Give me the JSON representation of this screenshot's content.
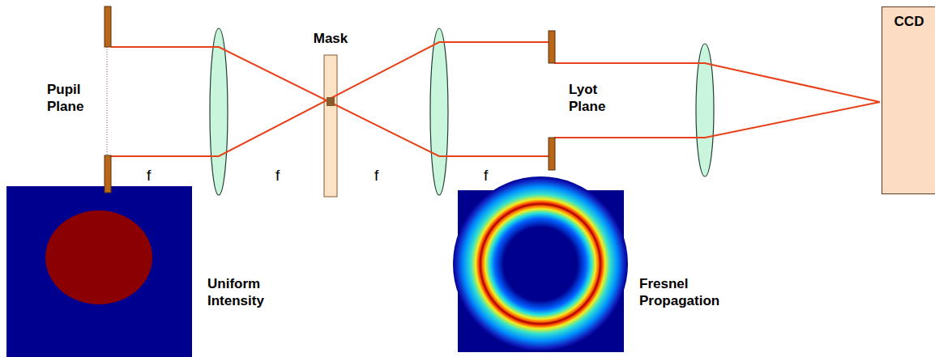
{
  "diagram": {
    "nodes": [
      {
        "text": [
          "Mask"
        ]
      },
      {
        "text": [
          "CCD"
        ]
      }
    ],
    "labels": [
      "Pupil Plane",
      "f",
      "f",
      "f",
      "f",
      "Lyot Plane",
      "Uniform Intensity",
      "Fresnel Propagation"
    ]
  }
}
